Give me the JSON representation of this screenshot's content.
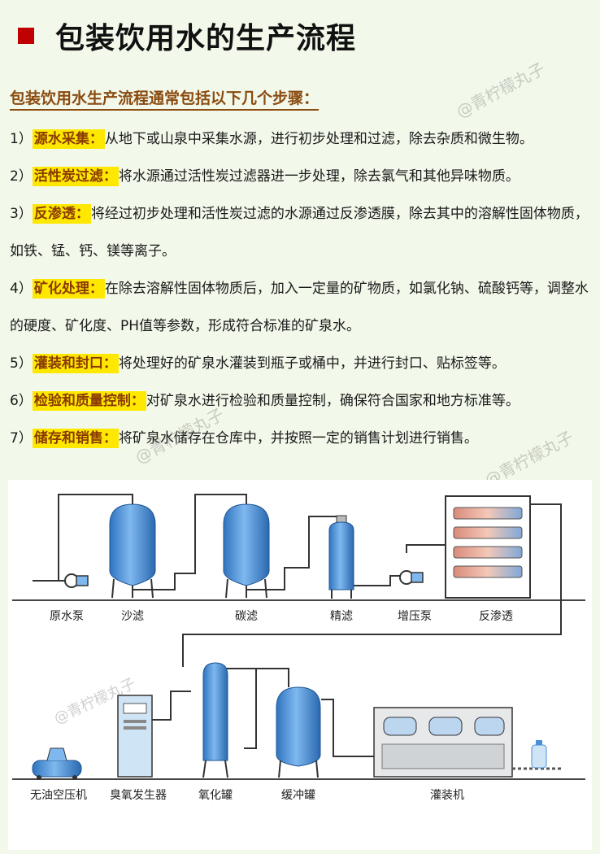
{
  "title": "包装饮用水的生产流程",
  "subtitle": "包装饮用水生产流程通常包括以下几个步骤：",
  "steps": [
    {
      "num": "1）",
      "name": "源水采集：",
      "desc": "从地下或山泉中采集水源，进行初步处理和过滤，除去杂质和微生物。"
    },
    {
      "num": "2）",
      "name": "活性炭过滤：",
      "desc": "将水源通过活性炭过滤器进一步处理，除去氯气和其他异味物质。"
    },
    {
      "num": "3）",
      "name": "反渗透：",
      "desc": "将经过初步处理和活性炭过滤的水源通过反渗透膜，除去其中的溶解性固体物质，如铁、锰、钙、镁等离子。"
    },
    {
      "num": "4）",
      "name": "矿化处理：",
      "desc": "在除去溶解性固体物质后，加入一定量的矿物质，如氯化钠、硫酸钙等，调整水的硬度、矿化度、PH值等参数，形成符合标准的矿泉水。"
    },
    {
      "num": "5）",
      "name": "灌装和封口：",
      "desc": "将处理好的矿泉水灌装到瓶子或桶中，并进行封口、贴标签等。"
    },
    {
      "num": "6）",
      "name": "检验和质量控制：",
      "desc": "对矿泉水进行检验和质量控制，确保符合国家和地方标准等。"
    },
    {
      "num": "7）",
      "name": "储存和销售：",
      "desc": "将矿泉水储存在仓库中，并按照一定的销售计划进行销售。"
    }
  ],
  "watermark": "@青柠檬丸子",
  "diagram": {
    "row1": [
      "原水泵",
      "沙滤",
      "碳滤",
      "精滤",
      "增压泵",
      "反渗透"
    ],
    "row2": [
      "无油空压机",
      "臭氧发生器",
      "氧化罐",
      "缓冲罐",
      "灌装机"
    ]
  },
  "colors": {
    "accent": "#c00000",
    "highlight": "#ffe800",
    "tank": "#4a90d9"
  }
}
